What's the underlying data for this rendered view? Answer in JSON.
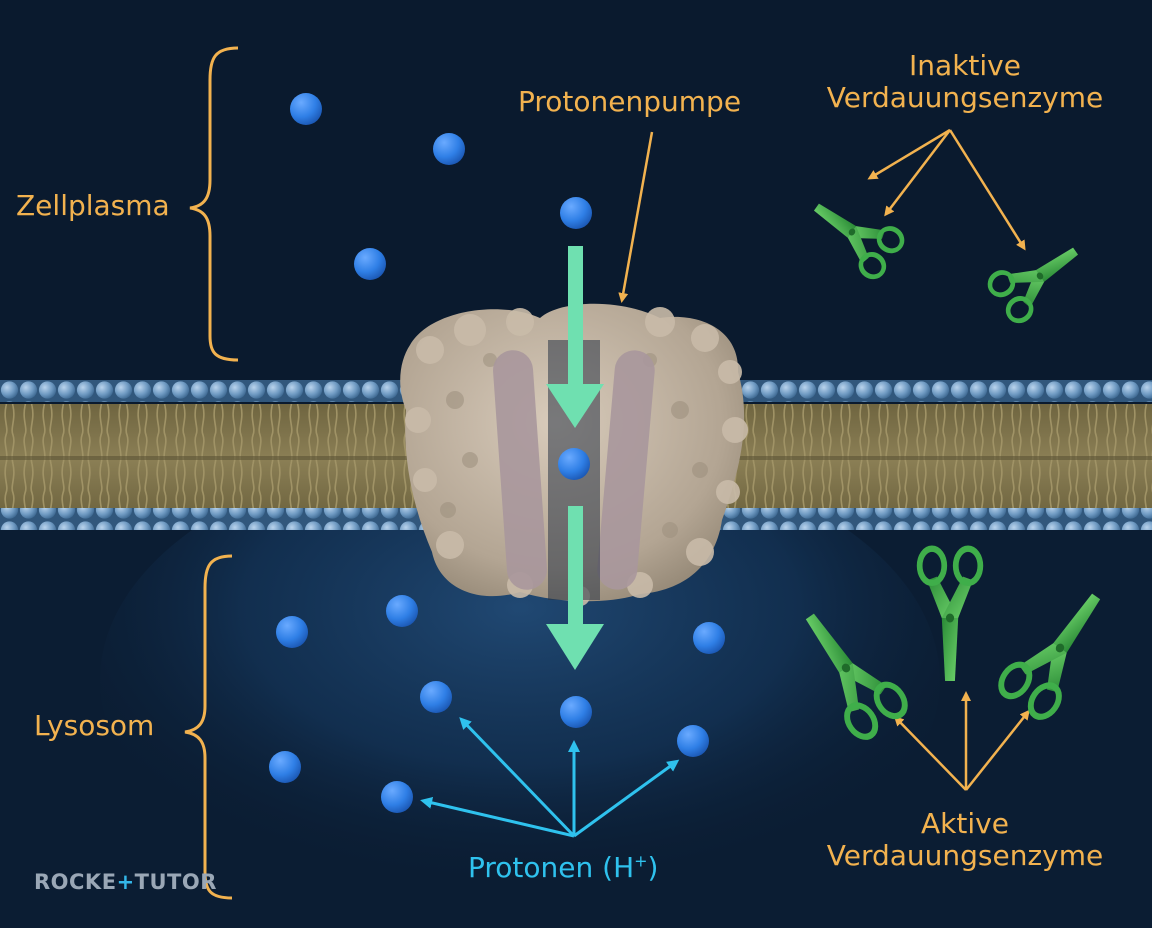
{
  "labels": {
    "cytoplasm": "Zellplasma",
    "lysosome": "Lysosom",
    "pump": "Protonenpumpe",
    "inactive_line1": "Inaktive",
    "inactive_line2": "Verdauungsenzyme",
    "active_line1": "Aktive",
    "active_line2": "Verdauungsenzyme",
    "protons_prefix": "Protonen (H",
    "protons_sup": "+",
    "protons_suffix": ")"
  },
  "brand": {
    "part1": "ROCKE",
    "plus": "+",
    "part2": "TUTOR"
  },
  "colors": {
    "label_orange": "#f2b24f",
    "label_cyan": "#2fc2ee",
    "proton_blue": "#2f7fe6",
    "flow_arrow": "#6fe0b0",
    "enzyme_green": "#3fae4a",
    "background": "#0a1a2e"
  },
  "icons": {
    "proton": "blue-circle",
    "enzyme": "scissors-icon",
    "pump": "protein-complex-blob"
  }
}
